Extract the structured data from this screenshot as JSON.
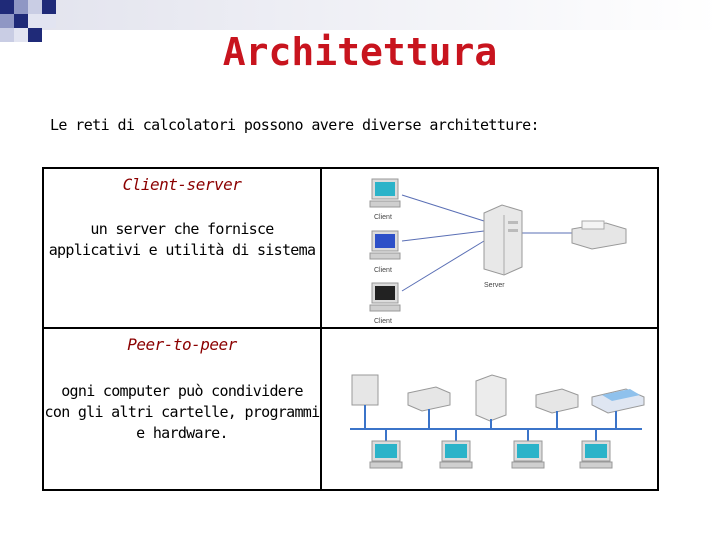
{
  "slide": {
    "title": "Architettura",
    "subtitle": "Le reti di calcolatori possono avere diverse architetture:"
  },
  "rows": [
    {
      "heading": "Client-server",
      "description_lines": [
        "un server che fornisce",
        "applicativi e utilità di sistema"
      ],
      "image_labels": {
        "client": "Client",
        "server": "Server"
      }
    },
    {
      "heading": "Peer-to-peer",
      "description_lines": [
        "ogni computer può condividere",
        "con gli altri cartelle, programmi",
        "e hardware."
      ]
    }
  ],
  "colors": {
    "title": "#c8141e",
    "heading": "#8b0000",
    "corner_squares": "#1f2a78"
  }
}
